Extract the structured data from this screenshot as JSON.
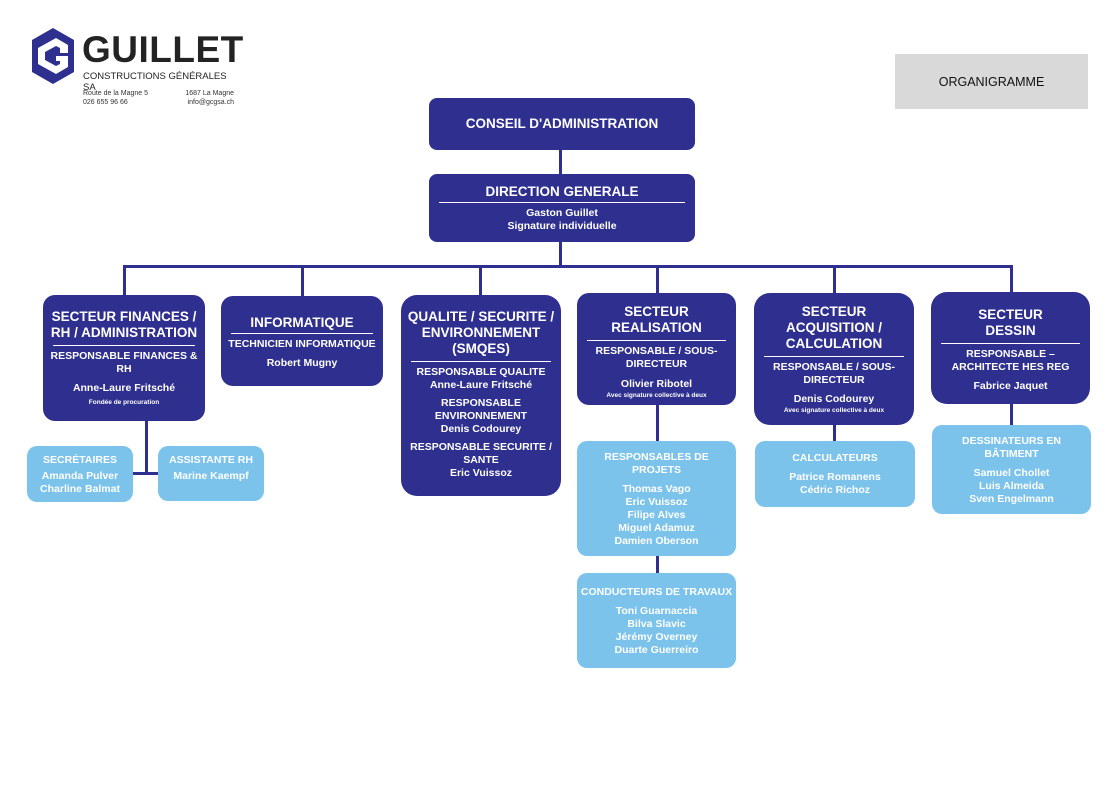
{
  "header": {
    "company_name": "GUILLET",
    "company_subtitle": "CONSTRUCTIONS GÉNÉRALES SA",
    "address_line": "Route de la Magne 5",
    "phone": "026 655 96 66",
    "city": "1687 La Magne",
    "email": "info@gcgsa.ch",
    "doc_label": "ORGANIGRAMME"
  },
  "colors": {
    "dark_box": "#2e2f8e",
    "light_box": "#7cc3ec",
    "label_bg": "#d9d9d9"
  },
  "board": {
    "title": "CONSEIL D'ADMINISTRATION"
  },
  "direction": {
    "title": "DIRECTION GENERALE",
    "person": "Gaston Guillet",
    "note": "Signature individuelle"
  },
  "finances": {
    "title1": "SECTEUR FINANCES /",
    "title2": "RH / ADMINISTRATION",
    "role1": "RESPONSABLE FINANCES &",
    "role2": "RH",
    "person": "Anne-Laure Fritsché",
    "note": "Fondée de procuration"
  },
  "secretaires": {
    "title": "SECRÉTAIRES",
    "names": [
      "Amanda Pulver",
      "Charline Balmat"
    ]
  },
  "assistante": {
    "title": "ASSISTANTE RH",
    "names": [
      "Marine Kaempf"
    ]
  },
  "informatique": {
    "title": "INFORMATIQUE",
    "role": "TECHNICIEN INFORMATIQUE",
    "person": "Robert Mugny"
  },
  "qualite": {
    "title1": "QUALITE / SECURITE /",
    "title2": "ENVIRONNEMENT",
    "title3": "(SMQES)",
    "role1": "RESPONSABLE QUALITE",
    "person1": "Anne-Laure Fritsché",
    "role2a": "RESPONSABLE",
    "role2b": "ENVIRONNEMENT",
    "person2": "Denis Codourey",
    "role3a": "RESPONSABLE SECURITE /",
    "role3b": "SANTE",
    "person3": "Eric Vuissoz"
  },
  "realisation": {
    "title1": "SECTEUR",
    "title2": "REALISATION",
    "role1": "RESPONSABLE / SOUS-",
    "role2": "DIRECTEUR",
    "person": "Olivier Ribotel",
    "note": "Avec signature collective à deux"
  },
  "projets": {
    "title1": "RESPONSABLES DE",
    "title2": "PROJETS",
    "names": [
      "Thomas Vago",
      "Eric Vuissoz",
      "Filipe Alves",
      "Miguel Adamuz",
      "Damien Oberson"
    ]
  },
  "conducteurs": {
    "title": "CONDUCTEURS DE TRAVAUX",
    "names": [
      "Toni Guarnaccia",
      "Bilva Slavic",
      "Jérémy Overney",
      "Duarte Guerreiro"
    ]
  },
  "acquisition": {
    "title1": "SECTEUR",
    "title2": "ACQUISITION /",
    "title3": "CALCULATION",
    "role1": "RESPONSABLE / SOUS-",
    "role2": "DIRECTEUR",
    "person": "Denis Codourey",
    "note": "Avec signature collective à deux"
  },
  "calculateurs": {
    "title": "CALCULATEURS",
    "names": [
      "Patrice Romanens",
      "Cédric Richoz"
    ]
  },
  "dessin": {
    "title1": "SECTEUR",
    "title2": "DESSIN",
    "role1": "RESPONSABLE –",
    "role2": "ARCHITECTE HES REG",
    "person": "Fabrice Jaquet"
  },
  "dessinateurs": {
    "title1": "DESSINATEURS EN",
    "title2": "BÂTIMENT",
    "names": [
      "Samuel Chollet",
      "Luis Almeida",
      "Sven Engelmann"
    ]
  }
}
